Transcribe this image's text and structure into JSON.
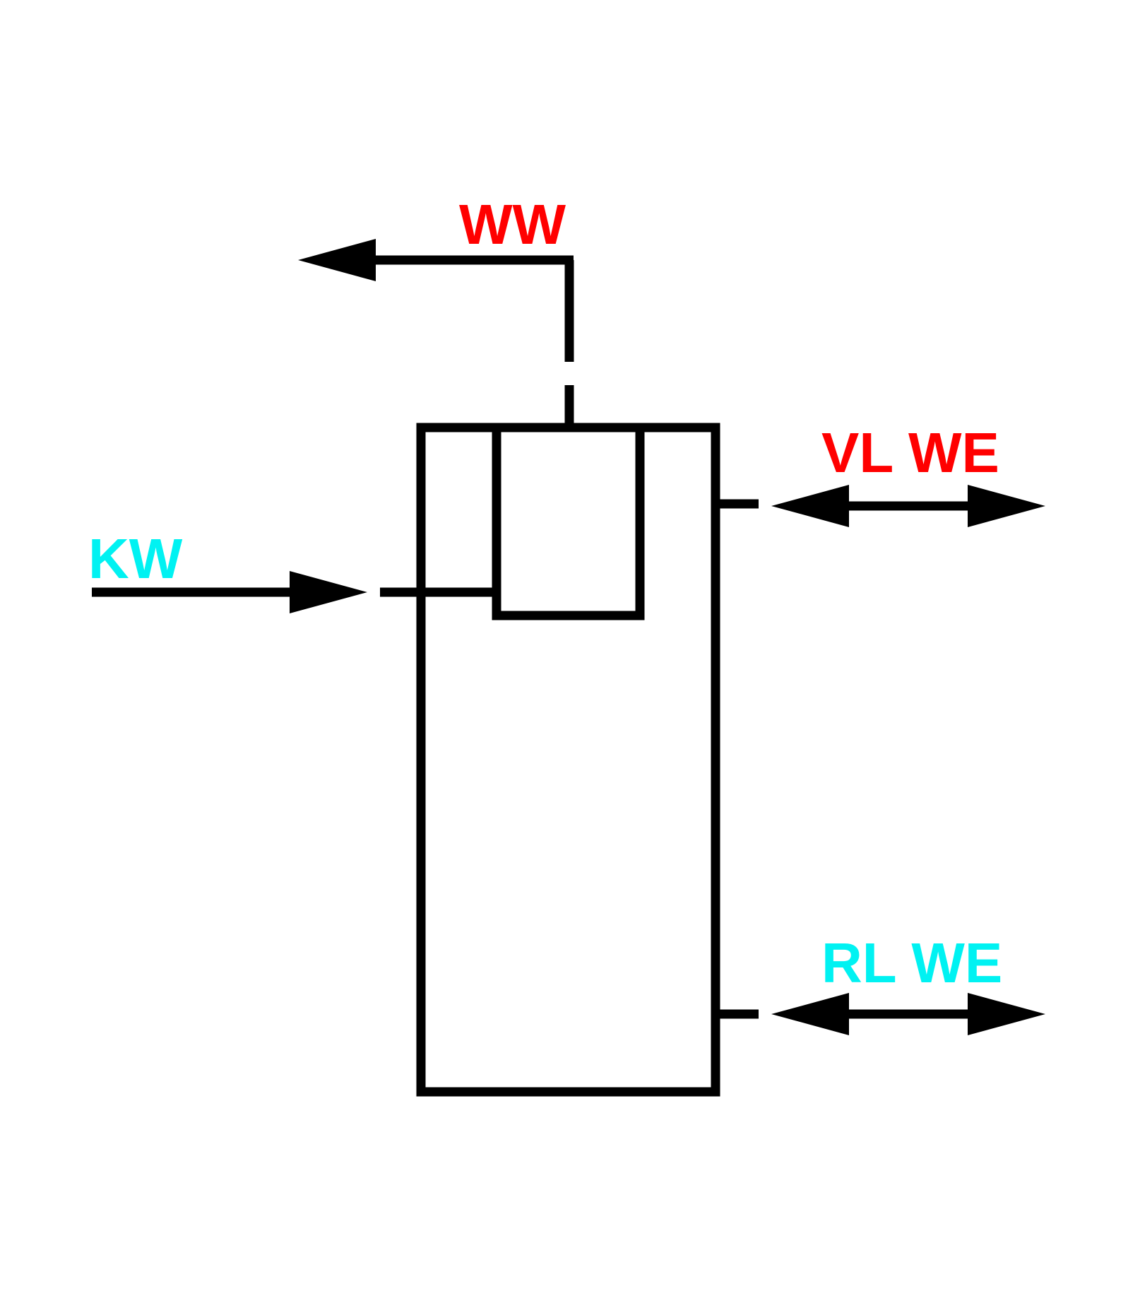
{
  "labels": {
    "ww": "WW",
    "kw": "KW",
    "vl_we": "VL WE",
    "rl_we": "RL WE"
  },
  "colors": {
    "hot": "#ff0000",
    "cold": "#00f2f2",
    "line": "#000000",
    "background": "#ffffff"
  }
}
